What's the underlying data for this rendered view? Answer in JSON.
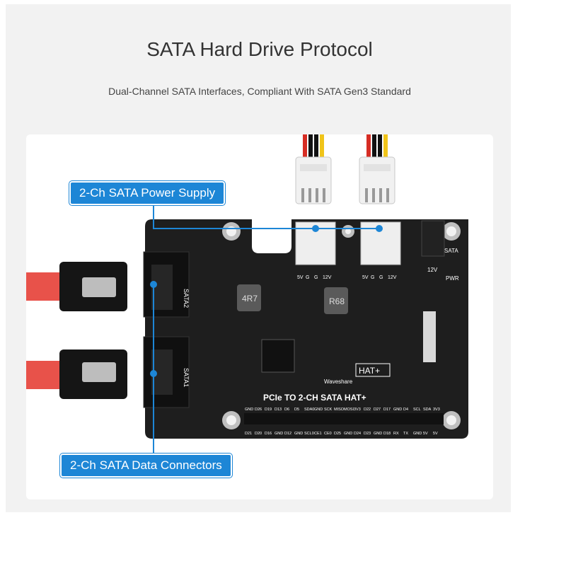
{
  "header": {
    "title": "SATA Hard Drive Protocol",
    "subtitle": "Dual-Channel SATA Interfaces, Compliant With SATA Gen3 Standard"
  },
  "callouts": {
    "power": "2-Ch SATA Power Supply",
    "data": "2-Ch SATA Data Connectors"
  },
  "board": {
    "name": "PCIe TO 2-CH SATA HAT+",
    "brand": "Waveshare",
    "hat_badge": "HAT+",
    "sata2": "SATA2",
    "sata1": "SATA1",
    "inductor1": "4R7",
    "inductor2": "R68",
    "led_sata": "SATA",
    "led_pwr": "PWR",
    "jack_label": "12V",
    "pin_labels_left": [
      "5V",
      "G",
      "G",
      "12V"
    ],
    "pin_labels_right": [
      "5V",
      "G",
      "G",
      "12V"
    ],
    "gpio_top": [
      "GND",
      "D26",
      "D19",
      "D13",
      "D6",
      "D5",
      "SDA0",
      "GND",
      "SCK",
      "MISO",
      "MOSI",
      "3V3",
      "D22",
      "D27",
      "D17",
      "GND",
      "D4",
      "SCL",
      "SDA",
      "3V3"
    ],
    "gpio_bottom": [
      "D21",
      "D20",
      "D16",
      "GND",
      "D12",
      "GND",
      "SCL0",
      "CE1",
      "CE0",
      "D25",
      "GND",
      "D24",
      "D23",
      "GND",
      "D18",
      "RX",
      "TX",
      "GND",
      "5V",
      "5V"
    ]
  },
  "colors": {
    "callout_bg": "#1d86d6",
    "pcb": "#1e1e1e",
    "cable_red": "#e8524a"
  }
}
